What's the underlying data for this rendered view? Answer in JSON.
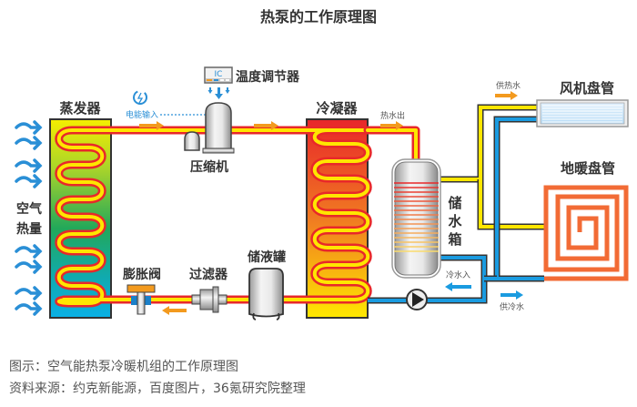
{
  "title": "热泵的工作原理图",
  "labels": {
    "evaporator": "蒸发器",
    "condenser": "冷凝器",
    "compressor": "压缩机",
    "thermostat": "温度调节器",
    "thermostat_display": "IC",
    "power_input": "电能输入",
    "air_heat_line1": "空气",
    "air_heat_line2": "热量",
    "expansion_valve": "膨胀阀",
    "filter": "过滤器",
    "receiver": "储液罐",
    "hot_water_out": "热水出",
    "tank_1": "储",
    "tank_2": "水",
    "tank_3": "箱",
    "cold_water_in": "冷水入",
    "supply_hot": "供热水",
    "supply_cold": "供冷水",
    "fan_coil": "风机盘管",
    "floor_heating": "地暖盘管"
  },
  "captions": {
    "figure": "图示：空气能热泵冷暖机组的工作原理图",
    "source": "资料来源：约克新能源，百度图片，36氪研究院整理"
  },
  "colors": {
    "refrigerant_outer": "#e8282a",
    "refrigerant_inner": "#ffe600",
    "hot_pipe": "#ffe600",
    "cold_pipe": "#1a9be0",
    "flow_arrow": "#f39a1e",
    "air_arrow": "#2a8fd6",
    "floor_coil": "#f26b35"
  }
}
